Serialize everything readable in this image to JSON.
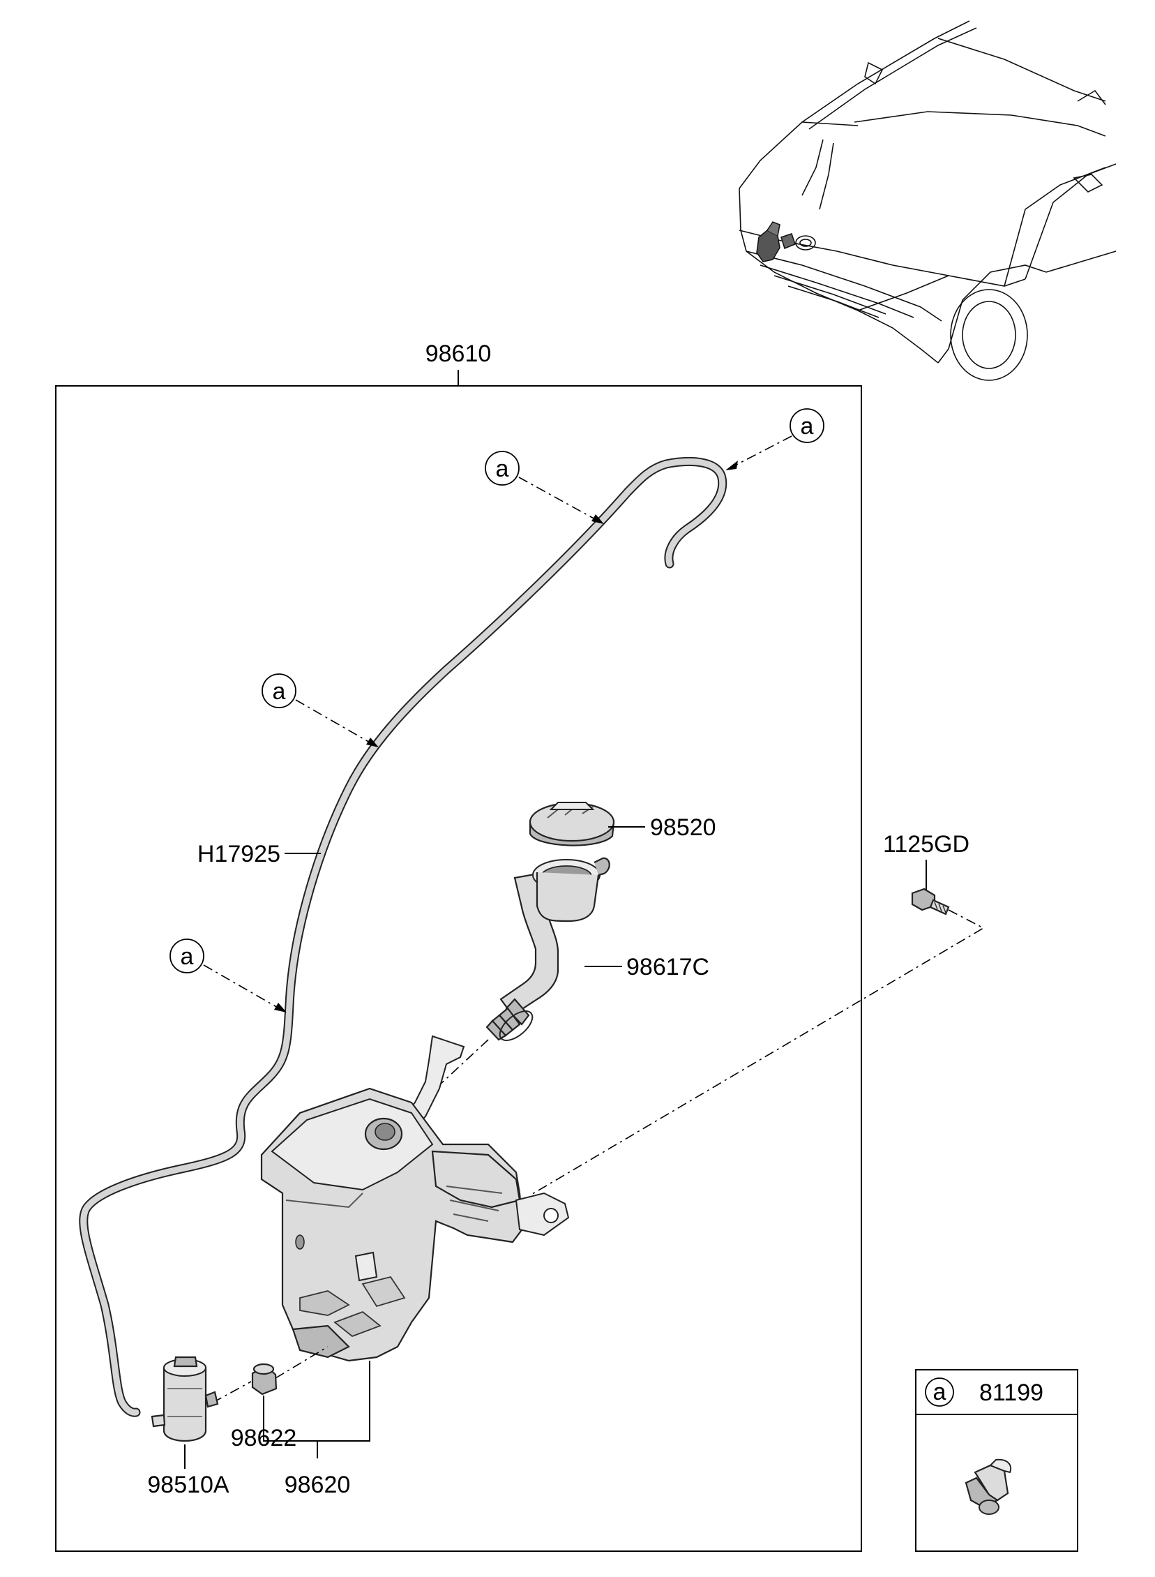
{
  "labels": {
    "assembly": "98610",
    "hose": "H17925",
    "cap": "98520",
    "filler_neck": "98617C",
    "bolt": "1125GD",
    "grommet": "98622",
    "pump": "98510A",
    "reservoir": "98620"
  },
  "callout_letter": "a",
  "legend": {
    "letter": "a",
    "part_number": "81199"
  }
}
